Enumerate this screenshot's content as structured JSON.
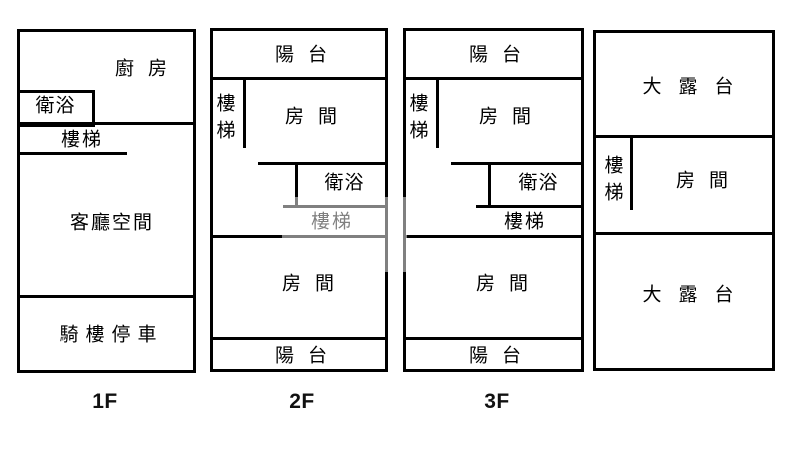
{
  "colors": {
    "wall": "#000000",
    "background": "#ffffff",
    "text": "#000000"
  },
  "floors": {
    "f1": {
      "label": "1F",
      "kitchen": "廚房",
      "bath": "衛浴",
      "stairs": "樓梯",
      "living": "客廳空間",
      "parking": "騎樓停車"
    },
    "f2": {
      "label": "2F",
      "balcony_top": "陽台",
      "stairs_upper": "樓梯",
      "room_upper": "房間",
      "bath": "衛浴",
      "stairs_mid": "樓梯",
      "room_lower": "房間",
      "balcony_bottom": "陽台"
    },
    "f3": {
      "label": "3F",
      "balcony_top": "陽台",
      "stairs_upper": "樓梯",
      "room_upper": "房間",
      "bath": "衛浴",
      "stairs_mid": "樓梯",
      "room_lower": "房間",
      "balcony_bottom": "陽台"
    },
    "f4": {
      "terrace_top": "大露台",
      "stairs": "樓梯",
      "room": "房間",
      "terrace_bottom": "大露台"
    }
  }
}
